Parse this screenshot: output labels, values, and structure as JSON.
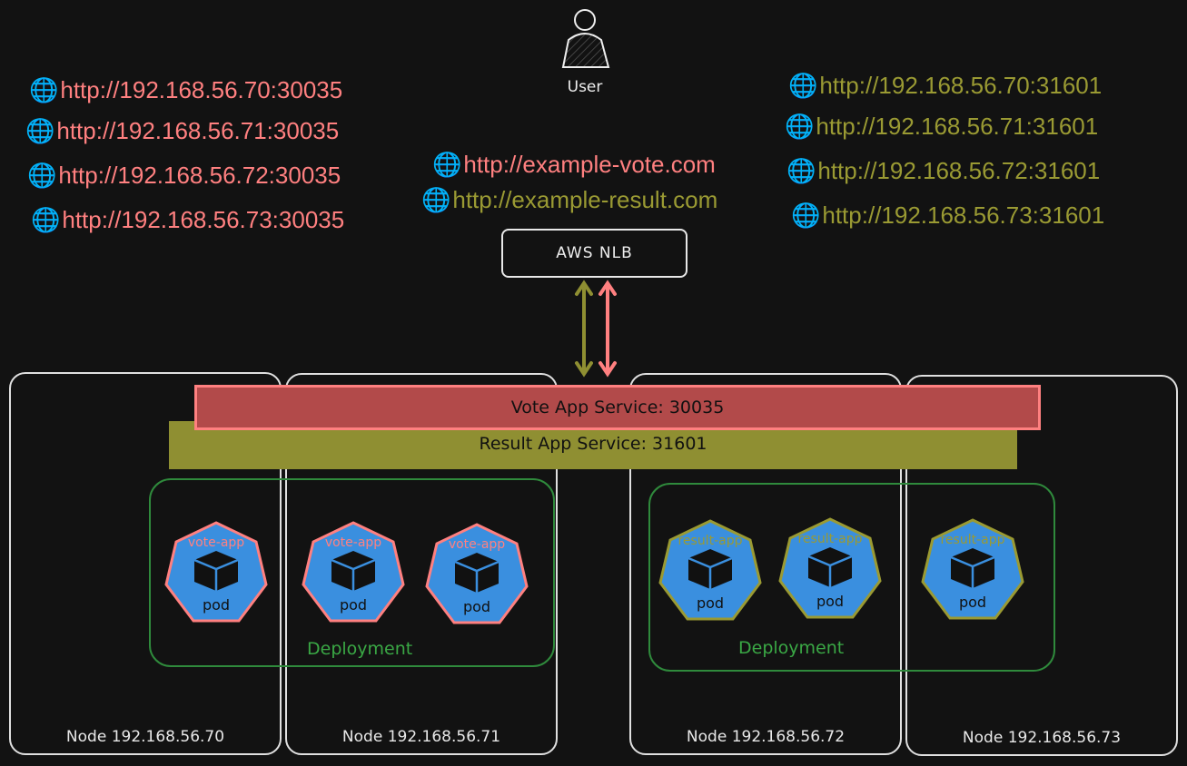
{
  "user": {
    "label": "User"
  },
  "vote_urls": [
    "http://192.168.56.70:30035",
    "http://192.168.56.71:30035",
    "http://192.168.56.72:30035",
    "http://192.168.56.73:30035"
  ],
  "result_urls": [
    "http://192.168.56.70:31601",
    "http://192.168.56.71:31601",
    "http://192.168.56.72:31601",
    "http://192.168.56.73:31601"
  ],
  "domain_urls": {
    "vote": "http://example-vote.com",
    "result": "http://example-result.com"
  },
  "globe_icon": "🌐",
  "load_balancer": {
    "label": "AWS NLB"
  },
  "services": {
    "vote": "Vote App Service: 30035",
    "result": "Result App Service: 31601"
  },
  "nodes": [
    "Node 192.168.56.70",
    "Node 192.168.56.71",
    "Node 192.168.56.72",
    "Node 192.168.56.73"
  ],
  "deployments": {
    "vote_label": "Deployment",
    "result_label": "Deployment"
  },
  "pods": {
    "vote": [
      {
        "app": "vote-app",
        "kind": "pod"
      },
      {
        "app": "vote-app",
        "kind": "pod"
      },
      {
        "app": "vote-app",
        "kind": "pod"
      }
    ],
    "result": [
      {
        "app": "result-app",
        "kind": "pod"
      },
      {
        "app": "result-app",
        "kind": "pod"
      },
      {
        "app": "result-app",
        "kind": "pod"
      }
    ]
  },
  "colors": {
    "vote": "#ff8080",
    "vote_service_fill": "#b24a4a",
    "result": "#9a9a33",
    "result_service_fill": "#8f8f32",
    "pod_fill": "#3a8fdf",
    "deployment": "#2f8a3c",
    "background": "#121212"
  }
}
